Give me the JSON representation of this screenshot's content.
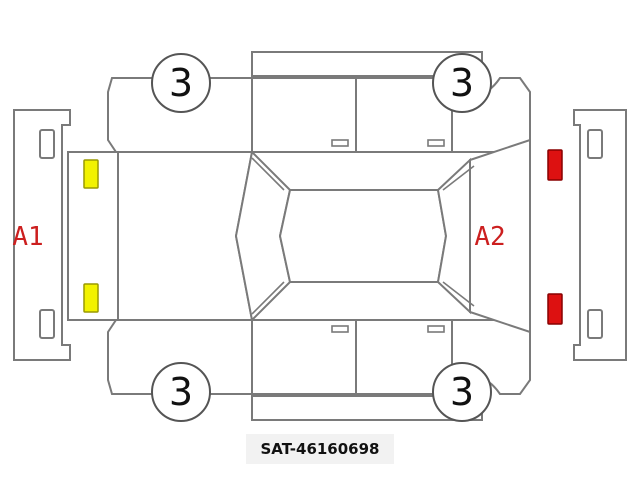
{
  "colors": {
    "outline": "#7a7a7a",
    "zone_label": "#cc1f1f",
    "front_marker": "#f2f200",
    "rear_marker": "#dd1111"
  },
  "wheels": [
    {
      "id": "front-left",
      "label": "3"
    },
    {
      "id": "rear-left",
      "label": "3"
    },
    {
      "id": "front-right",
      "label": "3"
    },
    {
      "id": "rear-right",
      "label": "3"
    }
  ],
  "zones": {
    "front": {
      "label": "A1"
    },
    "rear": {
      "label": "A2"
    }
  },
  "markers": {
    "front_color_name": "yellow",
    "rear_color_name": "red"
  },
  "stock_id": "SAT-46160698"
}
